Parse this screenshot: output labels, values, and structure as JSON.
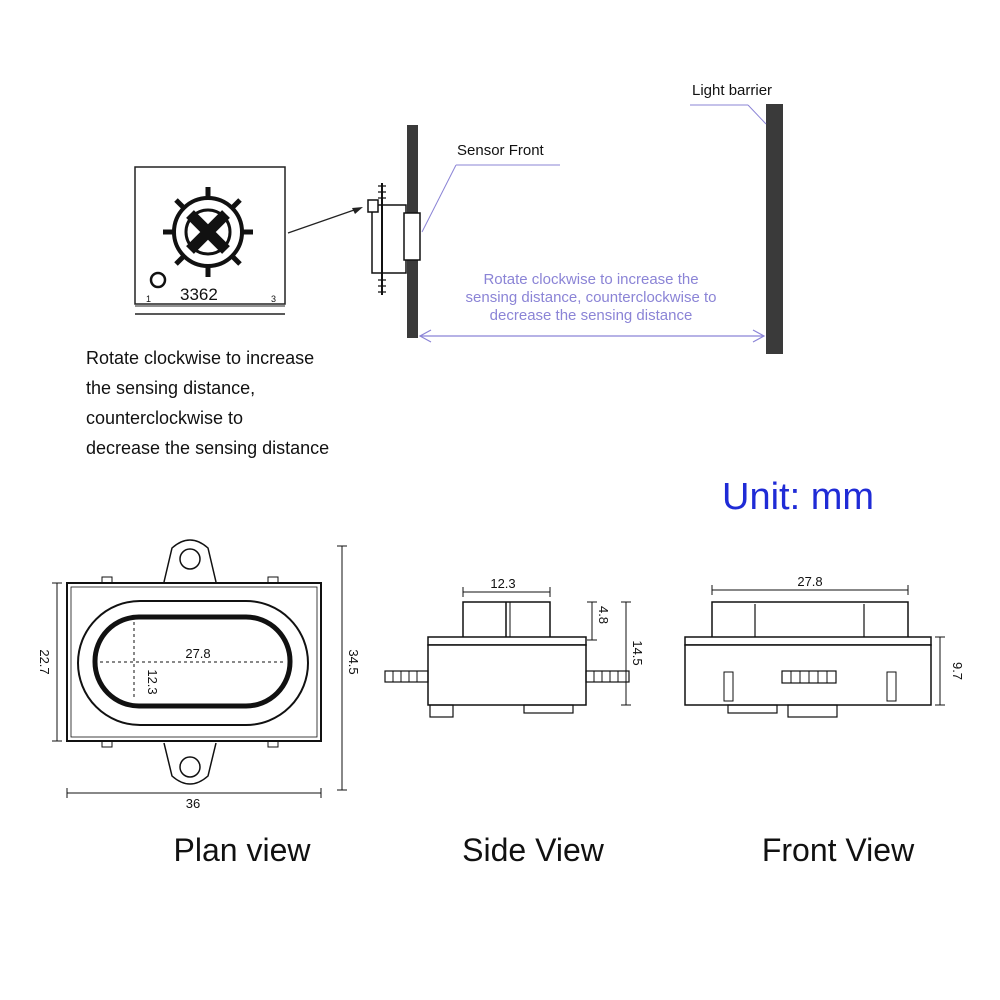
{
  "labels": {
    "light_barrier": "Light barrier",
    "sensor_front": "Sensor Front",
    "rotate_note_diagram": [
      "Rotate clockwise to increase the",
      "sensing distance, counterclockwise to",
      "decrease the sensing distance"
    ],
    "rotate_note_left": [
      "Rotate clockwise to increase",
      "the sensing distance,",
      "counterclockwise to",
      "decrease the sensing distance"
    ],
    "unit": "Unit: mm"
  },
  "potentiometer": {
    "model": "3362",
    "pin_left": "1",
    "pin_right": "3"
  },
  "plan_view": {
    "title": "Plan view",
    "dim_inner_width": "27.8",
    "dim_inner_height": "12.3",
    "dim_body_height": "22.7",
    "dim_total_height": "34.5",
    "dim_total_width": "36"
  },
  "side_view": {
    "title": "Side View",
    "dim_top_width": "12.3",
    "dim_top_height": "4.8",
    "dim_total_height": "14.5"
  },
  "front_view": {
    "title": "Front View",
    "dim_width": "27.8",
    "dim_height": "9.7"
  },
  "colors": {
    "accent_lavender": "#8b84d6",
    "unit_blue": "#1f2bd6",
    "barrier_dark": "#3a3a3a"
  }
}
